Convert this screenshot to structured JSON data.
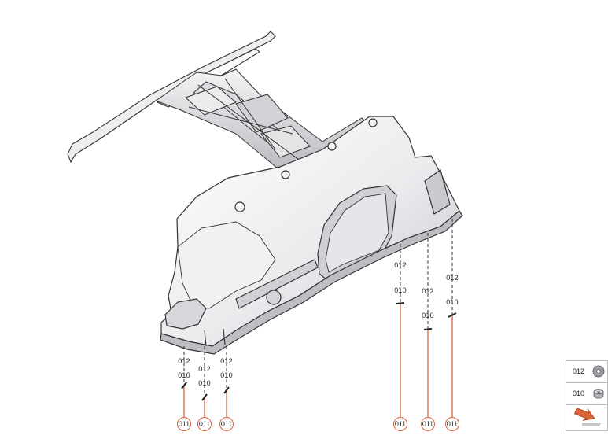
{
  "hardware_codes": {
    "grommet": "012",
    "clip": "010"
  },
  "callout_label": "011",
  "groups": [
    {
      "id": "g1",
      "labels": [
        "012",
        "010"
      ],
      "callout": "011"
    },
    {
      "id": "g2",
      "labels": [
        "012",
        "010"
      ],
      "callout": "011"
    },
    {
      "id": "g3",
      "labels": [
        "012",
        "010"
      ],
      "callout": "011"
    },
    {
      "id": "g4",
      "labels": [
        "012",
        "010"
      ],
      "callout": "011"
    },
    {
      "id": "g5",
      "labels": [
        "012",
        "010"
      ],
      "callout": "011"
    },
    {
      "id": "g6",
      "labels": [
        "012",
        "010"
      ],
      "callout": "011"
    }
  ],
  "legend": {
    "items": [
      {
        "code": "012",
        "icon": "washer-icon"
      },
      {
        "code": "010",
        "icon": "clip-nut-icon"
      },
      {
        "code": "",
        "icon": "direction-arrow-icon"
      }
    ]
  },
  "colors": {
    "accent": "#d9643a",
    "line": "#333333",
    "panel_fill": "#f2f2f4",
    "panel_shadow": "#c9c9ce"
  }
}
